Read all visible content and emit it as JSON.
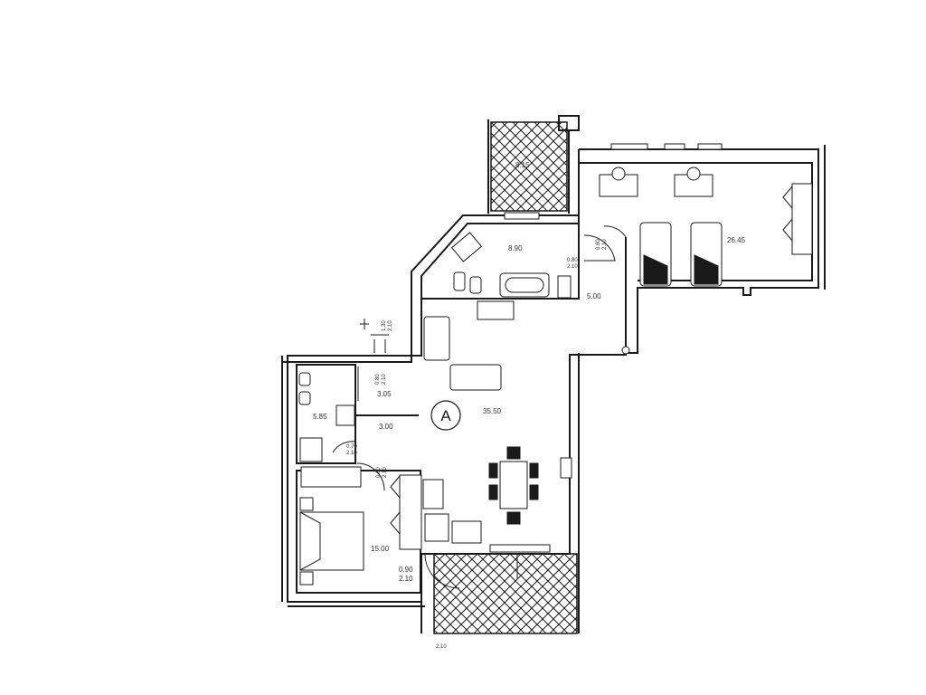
{
  "plan": {
    "unit_marker": "A",
    "rooms": {
      "terrace_top_area": "8.15",
      "bathroom_area": "8.90",
      "bedroom2_area": "26.45",
      "hall_area": "5.00",
      "living_area": "35.50",
      "small_bath_area": "5.85",
      "corridor_width": "3.05",
      "corridor_length": "3.00",
      "bedroom1_area": "15.00",
      "terrace_bottom_area": ""
    },
    "door_dims": {
      "bath_door_w": "0.80",
      "bath_door_h": "2.10",
      "hall_door_w": "0.80",
      "hall_door_h": "2.10",
      "corridor_door_w": "0.80",
      "corridor_door_h": "2.10",
      "small_bath_door_w": "0.70",
      "small_bath_door_h": "2.10",
      "kitchen_door_w": "0.80",
      "kitchen_door_h": "2.10",
      "bedroom_door_w": "0.90",
      "bedroom_door_h": "2.10",
      "entry_w": "1.30",
      "entry_h": "2.10",
      "bottom_note": "2.10"
    },
    "colors": {
      "line": "#1a1a1a",
      "background": "#ffffff"
    }
  }
}
